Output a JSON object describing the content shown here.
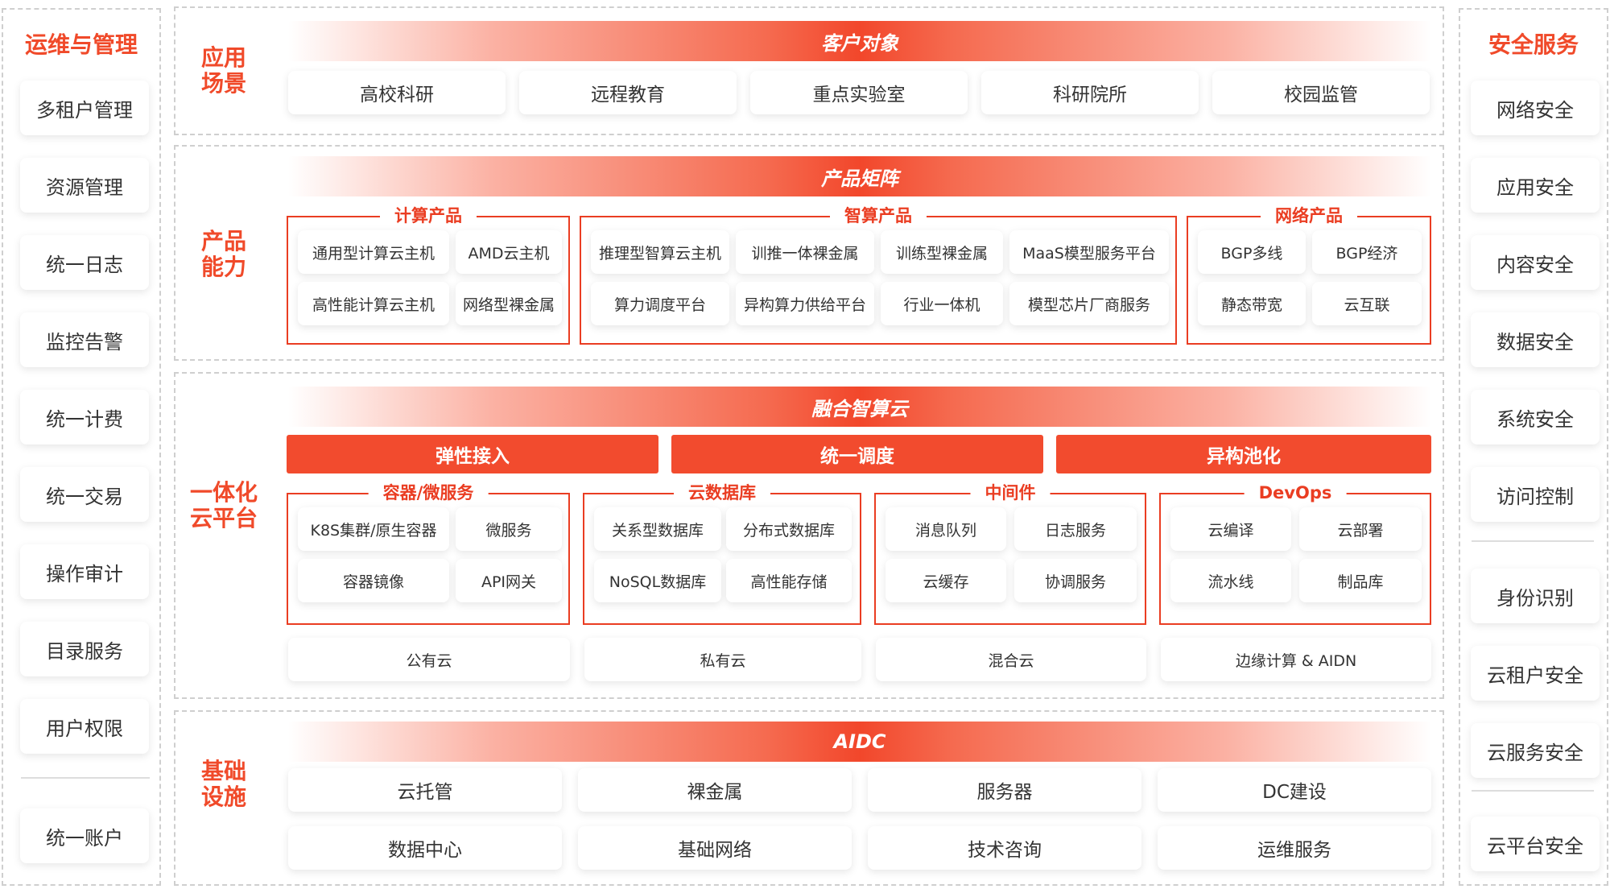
{
  "left": {
    "title": "运维与管理",
    "items": [
      "多租户管理",
      "资源管理",
      "统一日志",
      "监控告警",
      "统一计费",
      "统一交易",
      "操作审计",
      "目录服务",
      "用户权限"
    ],
    "bottom_item": "统一账户"
  },
  "right": {
    "title": "安全服务",
    "items": [
      "网络安全",
      "应用安全",
      "内容安全",
      "数据安全",
      "系统安全",
      "访问控制"
    ],
    "items2": [
      "身份识别",
      "云租户安全",
      "云服务安全"
    ],
    "bottom_item": "云平台安全"
  },
  "rows": {
    "scenario": {
      "label_line1": "应用",
      "label_line2": "场景",
      "banner": "客户对象",
      "items": [
        "高校科研",
        "远程教育",
        "重点实验室",
        "科研院所",
        "校园监管"
      ]
    },
    "product": {
      "label_line1": "产品",
      "label_line2": "能力",
      "banner": "产品矩阵",
      "groups": [
        {
          "title": "计算产品",
          "items": [
            "通用型计算云主机",
            "AMD云主机",
            "高性能计算云主机",
            "网络型裸金属"
          ]
        },
        {
          "title": "智算产品",
          "items": [
            "推理型智算云主机",
            "训推一体裸金属",
            "训练型裸金属",
            "MaaS模型服务平台",
            "算力调度平台",
            "异构算力供给平台",
            "行业一体机",
            "模型芯片厂商服务"
          ]
        },
        {
          "title": "网络产品",
          "items": [
            "BGP多线",
            "BGP经济",
            "静态带宽",
            "云互联"
          ]
        }
      ]
    },
    "platform": {
      "label_line1": "一体化",
      "label_line2": "云平台",
      "banner": "融合智算云",
      "bars": [
        "弹性接入",
        "统一调度",
        "异构池化"
      ],
      "groups": [
        {
          "title": "容器/微服务",
          "items": [
            "K8S集群/原生容器",
            "微服务",
            "容器镜像",
            "API网关"
          ]
        },
        {
          "title": "云数据库",
          "items": [
            "关系型数据库",
            "分布式数据库",
            "NoSQL数据库",
            "高性能存储"
          ]
        },
        {
          "title": "中间件",
          "items": [
            "消息队列",
            "日志服务",
            "云缓存",
            "协调服务"
          ]
        },
        {
          "title": "DevOps",
          "items": [
            "云编译",
            "云部署",
            "流水线",
            "制品库"
          ]
        }
      ],
      "clouds": [
        "公有云",
        "私有云",
        "混合云",
        "边缘计算 & AIDN"
      ]
    },
    "infra": {
      "label_line1": "基础",
      "label_line2": "设施",
      "banner": "AIDC",
      "items": [
        "云托管",
        "裸金属",
        "服务器",
        "DC建设",
        "数据中心",
        "基础网络",
        "技术咨询",
        "运维服务"
      ]
    }
  }
}
